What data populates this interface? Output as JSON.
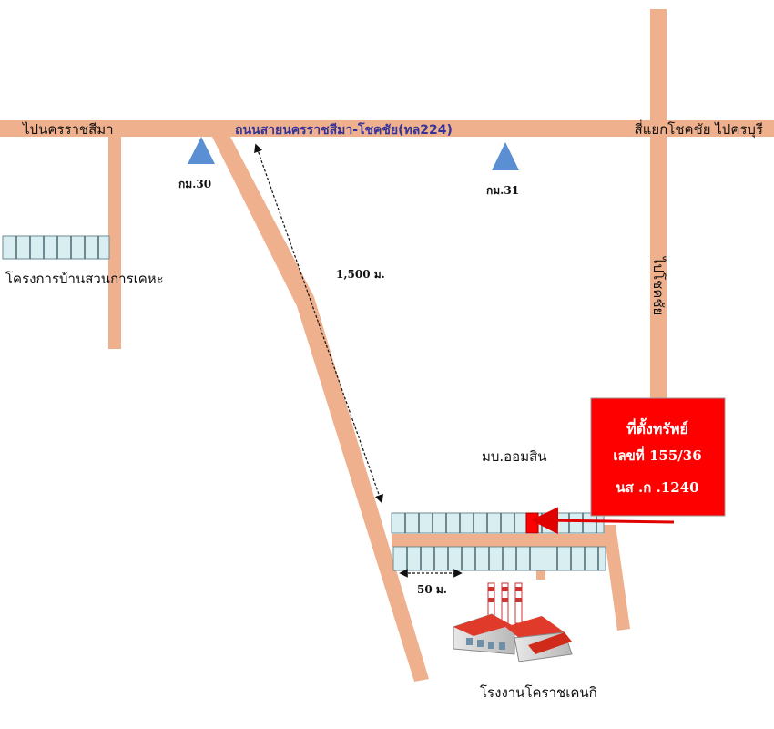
{
  "labels": {
    "to_nakhon": "ไปนครราชสีมา",
    "road_name": "ถนนสายนครราชสีมา-โชคชัย(ทล224)",
    "junction": "สี่แยกโชคชัย  ไปครบุรี",
    "km30": "กม.30",
    "km31": "กม.31",
    "project": "โครงการบ้านสวนการเคหะ",
    "distance_main": "1,500 ม.",
    "to_chok_chai": "ไปโชคชัย",
    "village": "มบ.ออมสิน",
    "distance_short": "50 ม.",
    "factory": "โรงงานโคราชเคนกิ"
  },
  "property_box": {
    "line1": "ที่ตั้งทรัพย์",
    "line2": "เลขที่ 155/36",
    "line3": "นส .ก .1240"
  },
  "colors": {
    "road": "#efb08e",
    "property": "#ff0000",
    "marker": "#5b8fd4",
    "house_fill": "#d9eef1",
    "house_line": "#6b8a95"
  },
  "icons": {
    "km_marker": "triangle-marker-icon",
    "factory": "factory-icon"
  }
}
